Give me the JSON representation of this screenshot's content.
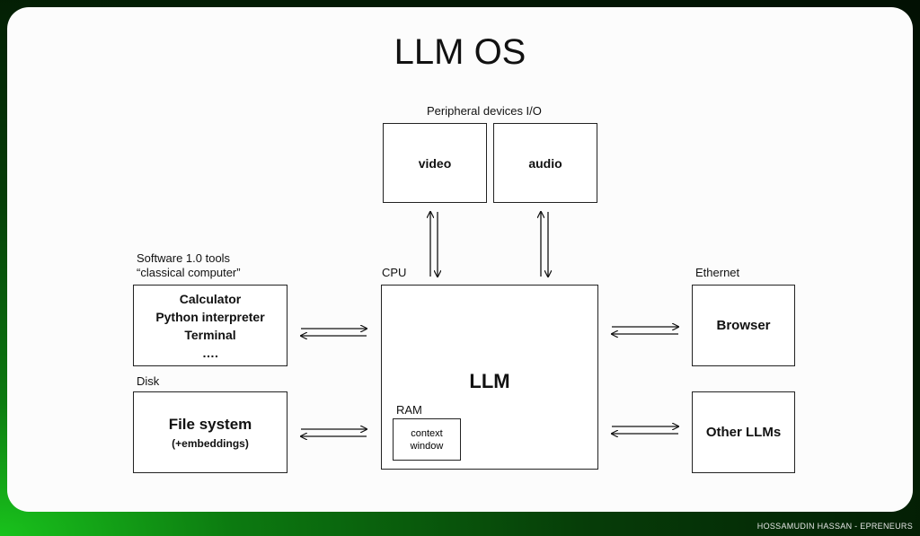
{
  "title": "LLM OS",
  "labels": {
    "peripheral": "Peripheral devices I/O",
    "software_line1": "Software 1.0 tools",
    "software_line2": "“classical computer”",
    "cpu": "CPU",
    "ethernet": "Ethernet",
    "disk": "Disk",
    "ram": "RAM"
  },
  "boxes": {
    "video": "video",
    "audio": "audio",
    "tools": [
      "Calculator",
      "Python interpreter",
      "Terminal",
      "…."
    ],
    "filesystem_title": "File system",
    "filesystem_sub": "(+embeddings)",
    "llm": "LLM",
    "context_line1": "context",
    "context_line2": "window",
    "browser": "Browser",
    "other_llms": "Other LLMs"
  },
  "footer": "HOSSAMUDIN HASSAN - EPRENEURS"
}
